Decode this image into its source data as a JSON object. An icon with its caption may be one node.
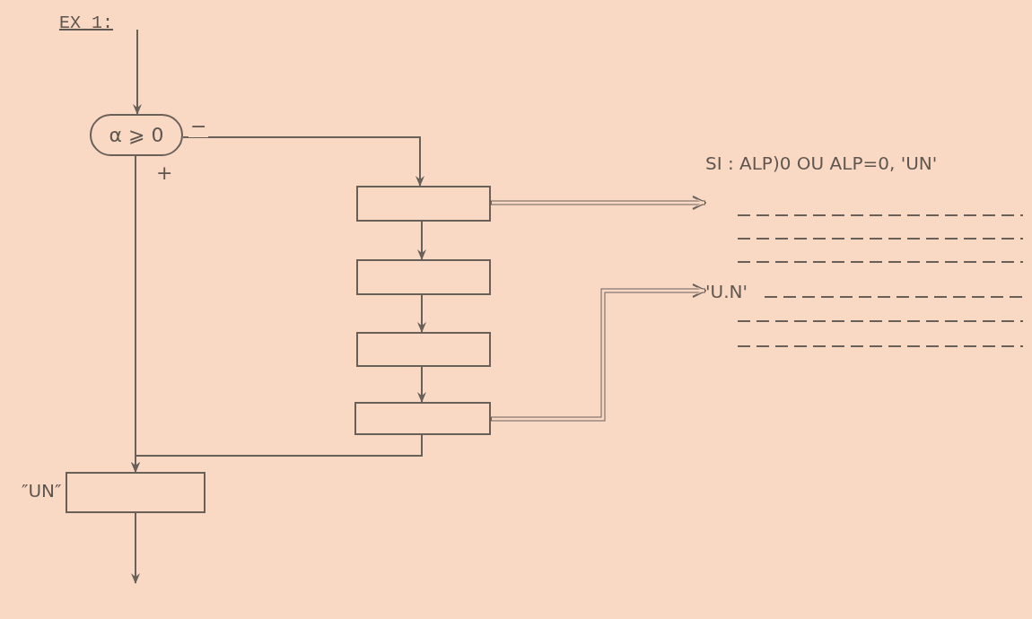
{
  "diagram": {
    "nodes": [
      {
        "text": [
          "α ⩾ 0"
        ]
      },
      {
        "text": [],
        "shape": "box"
      },
      {
        "text": [],
        "shape": "box"
      },
      {
        "text": [],
        "shape": "box"
      },
      {
        "text": [],
        "shape": "box"
      },
      {
        "text": [],
        "shape": "box",
        "beside": [
          "″UN″"
        ]
      },
      {
        "text": [
          "SI : ALP)0 OU ALP=0, 'UN'"
        ]
      },
      {
        "text": [
          "'U.N'"
        ]
      }
    ],
    "edges": [
      {
        "from": null,
        "to": 0,
        "arrow": "to"
      },
      {
        "from": 0,
        "to": 1,
        "arrow": "to",
        "label": "−"
      },
      {
        "from": 0,
        "to": 5,
        "arrow": "to",
        "label": "+"
      },
      {
        "from": 1,
        "to": 2,
        "arrow": "to"
      },
      {
        "from": 2,
        "to": 3,
        "arrow": "to"
      },
      {
        "from": 3,
        "to": 4,
        "arrow": "to"
      },
      {
        "from": 4,
        "to": 5,
        "arrow": "to"
      },
      {
        "from": 1,
        "to": 6,
        "arrow": "to",
        "style": "thick"
      },
      {
        "from": 4,
        "to": 7,
        "arrow": "to",
        "style": "thick"
      },
      {
        "from": 5,
        "to": null,
        "arrow": "to"
      }
    ],
    "labels": [
      "EX 1:"
    ]
  }
}
